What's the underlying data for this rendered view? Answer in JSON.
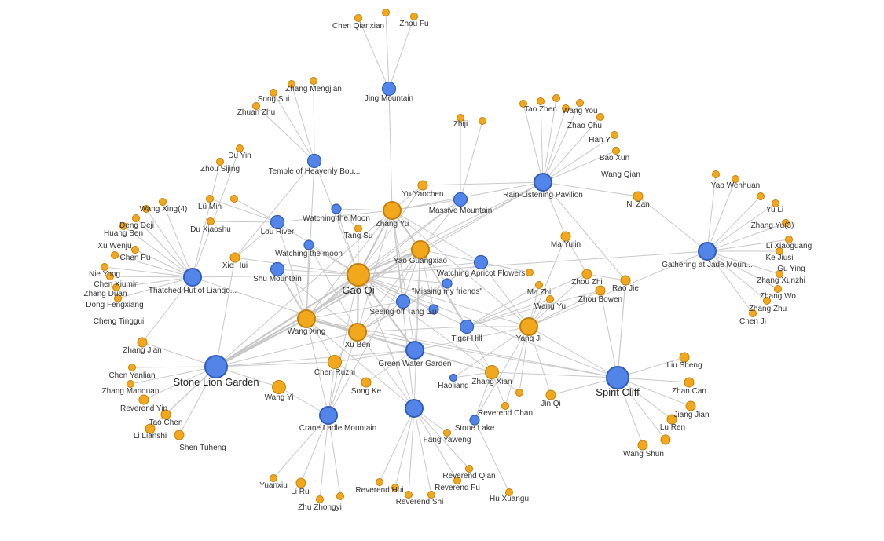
{
  "colors": {
    "person": "#f2a81d",
    "place": "#5384e8",
    "edge": "#c8c8c8"
  },
  "places": [
    {
      "id": "jm",
      "label": "Jing Mountain",
      "size": "m"
    },
    {
      "id": "thb",
      "label": "Temple of Heavenly Bou...",
      "size": "m"
    },
    {
      "id": "wtm",
      "label": "Watching the Moon",
      "size": "s"
    },
    {
      "id": "lr",
      "label": "Lou River",
      "size": "m"
    },
    {
      "id": "wtm2",
      "label": "Watching the moon",
      "size": "s"
    },
    {
      "id": "mm",
      "label": "Massive Mountain",
      "size": "m"
    },
    {
      "id": "rlp",
      "label": "Rain-Listening Pavilion",
      "size": "l"
    },
    {
      "id": "gjm",
      "label": "Gathering at Jade Moun...",
      "size": "l"
    },
    {
      "id": "wap",
      "label": "Watching Apricot Flowers",
      "size": "m"
    },
    {
      "id": "mmf",
      "label": "\"Missing my friends\"",
      "size": "s"
    },
    {
      "id": "sm",
      "label": "Shu Mountain",
      "size": "m"
    },
    {
      "id": "thl",
      "label": "Thatched Hut of Liango...",
      "size": "l"
    },
    {
      "id": "sotg",
      "label": "Seeing off Tang Gu",
      "size": "m"
    },
    {
      "id": "sotg2",
      "label": "",
      "size": "s"
    },
    {
      "id": "th",
      "label": "Tiger Hill",
      "size": "m"
    },
    {
      "id": "gwg",
      "label": "Green Water Garden",
      "size": "l"
    },
    {
      "id": "slg",
      "label": "Stone Lion Garden",
      "size": "xl"
    },
    {
      "id": "hl",
      "label": "Haoliang",
      "size": "xs"
    },
    {
      "id": "sc",
      "label": "Spirit Cliff",
      "size": "xl"
    },
    {
      "id": "clm",
      "label": "Crane Ladle Mountain",
      "size": "l"
    },
    {
      "id": "fy",
      "label": "",
      "size": "l"
    },
    {
      "id": "sl",
      "label": "Stone Lake",
      "size": "s"
    }
  ],
  "people": [
    {
      "id": "cq",
      "label": "Chen Qianxian",
      "size": "xs"
    },
    {
      "id": "jm_a",
      "label": "",
      "size": "xs"
    },
    {
      "id": "zf",
      "label": "Zhou Fu",
      "size": "xs"
    },
    {
      "id": "zm",
      "label": "Zhang Mengjian",
      "size": "xs"
    },
    {
      "id": "zm_a",
      "label": "",
      "size": "xs"
    },
    {
      "id": "ss",
      "label": "Song Sui",
      "size": "xs"
    },
    {
      "id": "zz",
      "label": "Zhuan Zhu",
      "size": "xs"
    },
    {
      "id": "dy",
      "label": "Du Yin",
      "size": "xs"
    },
    {
      "id": "zsj",
      "label": "Zhou Sijing",
      "size": "xs"
    },
    {
      "id": "zj",
      "label": "Zhiji",
      "size": "xs"
    },
    {
      "id": "zj2",
      "label": "",
      "size": "xs"
    },
    {
      "id": "tz",
      "label": "Tao Zhen",
      "size": "xs"
    },
    {
      "id": "rl1",
      "label": "",
      "size": "xs"
    },
    {
      "id": "wy",
      "label": "Wang You",
      "size": "xs"
    },
    {
      "id": "zc",
      "label": "Zhao Chu",
      "size": "xs"
    },
    {
      "id": "rl2",
      "label": "",
      "size": "xs"
    },
    {
      "id": "hy",
      "label": "Han Yi",
      "size": "xs"
    },
    {
      "id": "bx",
      "label": "Bao Xun",
      "size": "xs"
    },
    {
      "id": "wq",
      "label": "Wang Qian",
      "size": "xs"
    },
    {
      "id": "nz",
      "label": "Ni Zan",
      "size": "s"
    },
    {
      "id": "yw",
      "label": "Yao Wenhuan",
      "size": "xs"
    },
    {
      "id": "gj1",
      "label": "",
      "size": "xs"
    },
    {
      "id": "yl",
      "label": "Yu Li",
      "size": "xs"
    },
    {
      "id": "zy3",
      "label": "Zhang Yu(3)",
      "size": "xs"
    },
    {
      "id": "lx",
      "label": "Li Xiaoguang",
      "size": "xs"
    },
    {
      "id": "kj",
      "label": "Ke Jiusi",
      "size": "xs"
    },
    {
      "id": "gy",
      "label": "Gu Ying",
      "size": "xs"
    },
    {
      "id": "zx",
      "label": "Zhang Xunzhi",
      "size": "xs"
    },
    {
      "id": "zw",
      "label": "Zhang Wo",
      "size": "xs"
    },
    {
      "id": "zzh",
      "label": "Zhang Zhu",
      "size": "xs"
    },
    {
      "id": "cj",
      "label": "Chen Ji",
      "size": "xs"
    },
    {
      "id": "wx4",
      "label": "Wang Xing(4)",
      "size": "xs"
    },
    {
      "id": "dd",
      "label": "Deng Deji",
      "size": "xs"
    },
    {
      "id": "hb",
      "label": "Huang Ben",
      "size": "xs"
    },
    {
      "id": "xw",
      "label": "Xu Wenju",
      "size": "xs"
    },
    {
      "id": "cp",
      "label": "Chen Pu",
      "size": "xs"
    },
    {
      "id": "ny",
      "label": "Nie Yong",
      "size": "xs"
    },
    {
      "id": "cx",
      "label": "Chen Xiumin",
      "size": "xs"
    },
    {
      "id": "zd",
      "label": "Zhang Duan",
      "size": "xs"
    },
    {
      "id": "df",
      "label": "Dong Fengxiang",
      "size": "xs"
    },
    {
      "id": "ct",
      "label": "Cheng Tinggui",
      "size": "xs"
    },
    {
      "id": "lm",
      "label": "Lü Min",
      "size": "xs"
    },
    {
      "id": "lm2",
      "label": "",
      "size": "xs"
    },
    {
      "id": "dx",
      "label": "Du Xiaoshu",
      "size": "xs"
    },
    {
      "id": "yy",
      "label": "Yu Yaochen",
      "size": "s"
    },
    {
      "id": "zyu",
      "label": "Zhang Yu",
      "size": "l"
    },
    {
      "id": "ts",
      "label": "Tang Su",
      "size": "xs"
    },
    {
      "id": "yg",
      "label": "Yao Guangxiao",
      "size": "l"
    },
    {
      "id": "my",
      "label": "Ma Yulin",
      "size": "s"
    },
    {
      "id": "xh",
      "label": "Xie Hui",
      "size": "s"
    },
    {
      "id": "gq",
      "label": "Gao Qi",
      "size": "xl"
    },
    {
      "id": "wap2",
      "label": "",
      "size": "xs"
    },
    {
      "id": "mz",
      "label": "Ma Zhi",
      "size": "xs"
    },
    {
      "id": "wyu",
      "label": "Wang Yu",
      "size": "xs"
    },
    {
      "id": "zzhi",
      "label": "Zhou Zhi",
      "size": "s"
    },
    {
      "id": "rj",
      "label": "Rao Jie",
      "size": "s"
    },
    {
      "id": "zb",
      "label": "Zhou Bowen",
      "size": "s"
    },
    {
      "id": "wxg",
      "label": "Wang Xing",
      "size": "l"
    },
    {
      "id": "xb",
      "label": "Xu Ben",
      "size": "l"
    },
    {
      "id": "yj",
      "label": "Yang Ji",
      "size": "l"
    },
    {
      "id": "zji",
      "label": "Zhang Jian",
      "size": "s"
    },
    {
      "id": "cr",
      "label": "Chen Ruzhi",
      "size": "m"
    },
    {
      "id": "cy",
      "label": "Chen Yanlian",
      "size": "xs"
    },
    {
      "id": "zma",
      "label": "Zhang Manduan",
      "size": "xs"
    },
    {
      "id": "ry",
      "label": "Reverend Yin",
      "size": "s"
    },
    {
      "id": "tc",
      "label": "Tao Chen",
      "size": "s"
    },
    {
      "id": "ll",
      "label": "Li Lianshi",
      "size": "s"
    },
    {
      "id": "st",
      "label": "Shen Tuheng",
      "size": "s"
    },
    {
      "id": "wyi",
      "label": "Wang Yi",
      "size": "m"
    },
    {
      "id": "sk",
      "label": "Song Ke",
      "size": "s"
    },
    {
      "id": "zxi",
      "label": "Zhang Xian",
      "size": "m"
    },
    {
      "id": "rc",
      "label": "Reverend Chan",
      "size": "xs"
    },
    {
      "id": "rc2",
      "label": "",
      "size": "xs"
    },
    {
      "id": "jq",
      "label": "Jin Qi",
      "size": "s"
    },
    {
      "id": "ls",
      "label": "Liu Sheng",
      "size": "s"
    },
    {
      "id": "zca",
      "label": "Zhan Can",
      "size": "s"
    },
    {
      "id": "jj",
      "label": "Jiang Jian",
      "size": "s"
    },
    {
      "id": "lre",
      "label": "Lu Ren",
      "size": "s"
    },
    {
      "id": "ws",
      "label": "Wang Shun",
      "size": "s"
    },
    {
      "id": "ws2",
      "label": "",
      "size": "s"
    },
    {
      "id": "fyw",
      "label": "Fang Yaweng",
      "size": "xs"
    },
    {
      "id": "rq",
      "label": "Reverend Qian",
      "size": "xs"
    },
    {
      "id": "rf",
      "label": "Reverend Fu",
      "size": "xs"
    },
    {
      "id": "rh",
      "label": "Reverend Hui",
      "size": "xs"
    },
    {
      "id": "rh2",
      "label": "",
      "size": "xs"
    },
    {
      "id": "rs",
      "label": "Reverend Shi",
      "size": "xs"
    },
    {
      "id": "rs2",
      "label": "",
      "size": "xs"
    },
    {
      "id": "hx",
      "label": "Hu Xuangu",
      "size": "xs"
    },
    {
      "id": "yx",
      "label": "Yuanxiu",
      "size": "xs"
    },
    {
      "id": "lr2",
      "label": "Li Rui",
      "size": "s"
    },
    {
      "id": "zzy",
      "label": "Zhu Zhongyi",
      "size": "xs"
    },
    {
      "id": "zzy2",
      "label": "",
      "size": "xs"
    }
  ]
}
